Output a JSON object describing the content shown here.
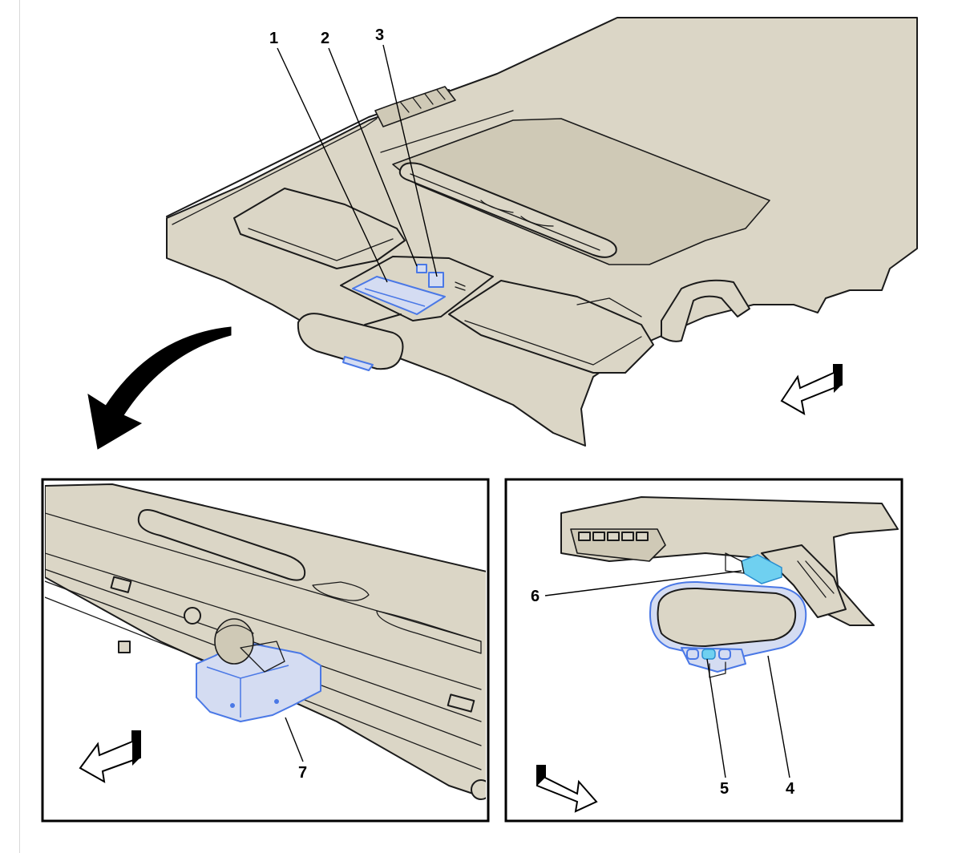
{
  "callouts": {
    "c1": "1",
    "c2": "2",
    "c3": "3",
    "c4": "4",
    "c5": "5",
    "c6": "6",
    "c7": "7"
  },
  "colors": {
    "headliner": "#dbd6c6",
    "highlight_fill": "#d4dcf2",
    "highlight_stroke": "#4a78e6",
    "connector": "#6fd0f0"
  },
  "icons": {
    "rotation_arrow": "curved-arrow-icon",
    "forward_arrow_main": "front-direction-arrow-icon",
    "forward_arrow_left_panel": "front-direction-arrow-icon",
    "forward_arrow_right_panel": "rear-direction-arrow-icon"
  }
}
